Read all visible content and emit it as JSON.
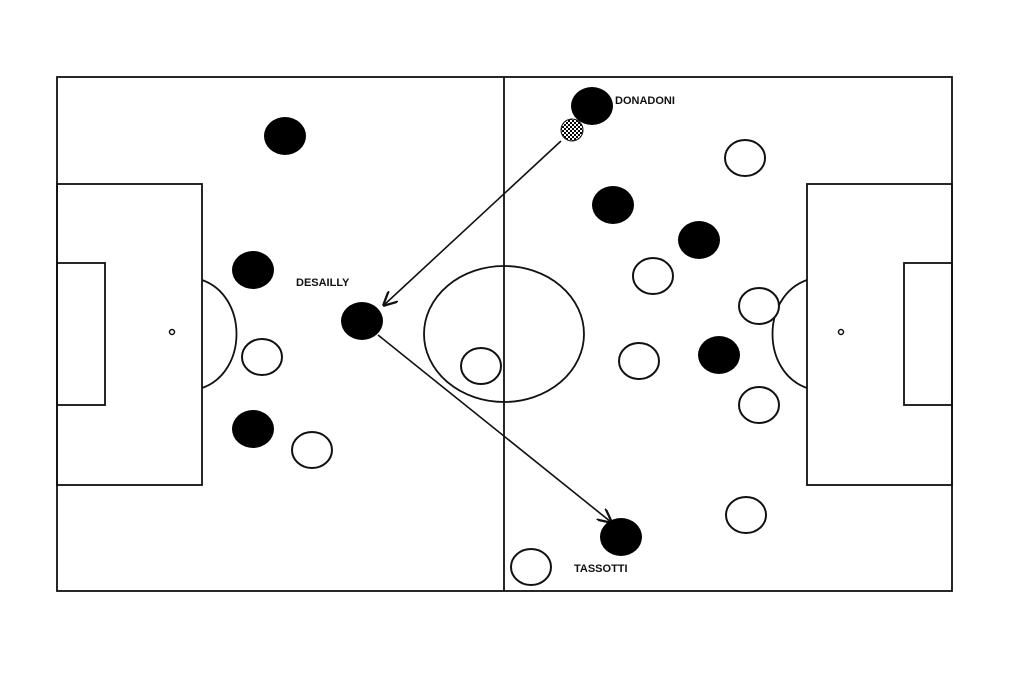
{
  "colors": {
    "pitch_background": "#ffffff",
    "line_color": "#111111",
    "team_dark": "#000000",
    "team_light": "#ffffff"
  },
  "labels": {
    "donadoni": "DONADONI",
    "desailly": "DESAILLY",
    "tassotti": "TASSOTTI"
  },
  "icons": {
    "ball": "checkered-ball-icon"
  }
}
